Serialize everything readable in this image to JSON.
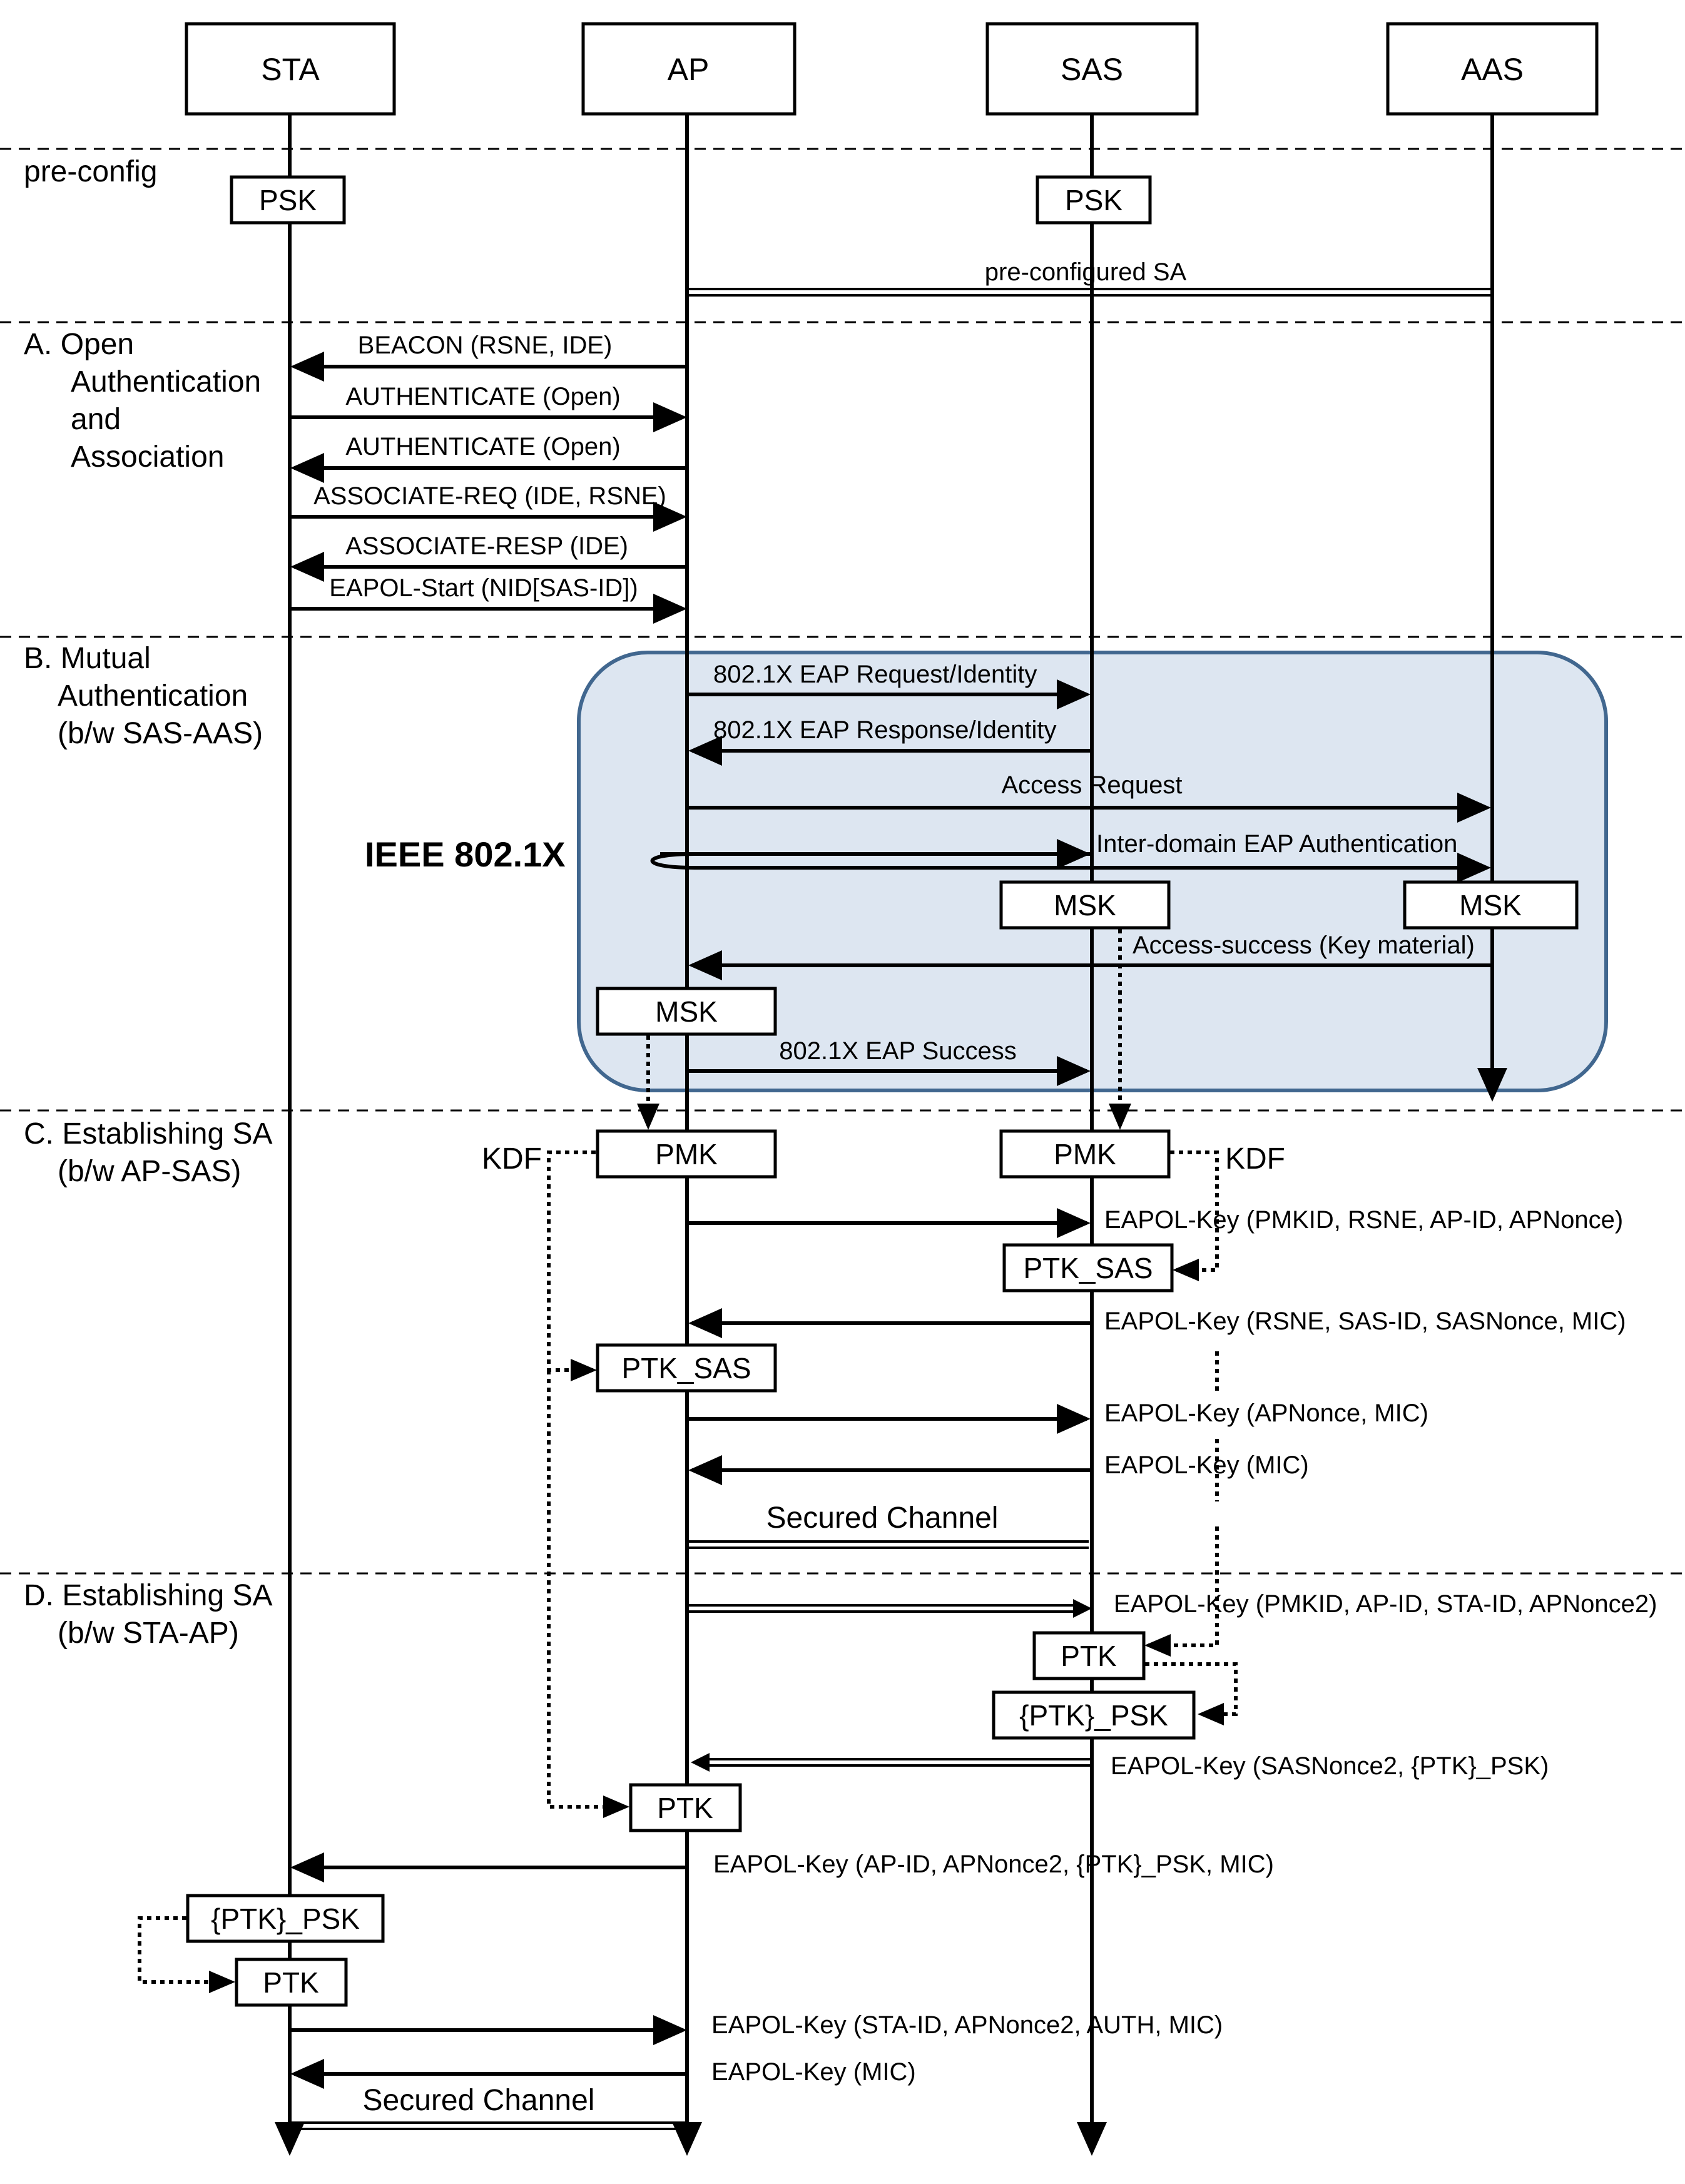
{
  "entities": [
    "STA",
    "AP",
    "SAS",
    "AAS"
  ],
  "sections": {
    "preconfig": [
      "pre-config"
    ],
    "a": [
      "A.  Open",
      "Authentication",
      "and",
      "Association"
    ],
    "b": [
      "B. Mutual",
      "Authentication",
      "(b/w SAS-AAS)"
    ],
    "c": [
      "C. Establishing SA",
      "(b/w AP-SAS)"
    ],
    "d": [
      "D. Establishing SA",
      "(b/w STA-AP)"
    ]
  },
  "ieee_label": "IEEE 802.1X",
  "boxes": {
    "psk": "PSK",
    "msk": "MSK",
    "pmk": "PMK",
    "ptk_sas": "PTK_SAS",
    "ptk": "PTK",
    "ptk_psk": "{PTK}_PSK"
  },
  "kdf": "KDF",
  "messages": {
    "preconfigured_sa": "pre-configured SA",
    "beacon": "BEACON (RSNE, IDE)",
    "auth_open": "AUTHENTICATE (Open)",
    "assoc_req": "ASSOCIATE-REQ (IDE, RSNE)",
    "assoc_resp": "ASSOCIATE-RESP (IDE)",
    "eapol_start": "EAPOL-Start (NID[SAS-ID])",
    "eap_req_id": "802.1X EAP Request/Identity",
    "eap_resp_id": "802.1X EAP Response/Identity",
    "access_request": "Access Request",
    "inter_domain": "Inter-domain EAP Authentication",
    "access_success": "Access-success (Key material)",
    "eap_success": "802.1X EAP Success",
    "key1": "EAPOL-Key (PMKID, RSNE, AP-ID, APNonce)",
    "key2": "EAPOL-Key (RSNE, SAS-ID, SASNonce, MIC)",
    "key3": "EAPOL-Key (APNonce, MIC)",
    "key_mic": "EAPOL-Key (MIC)",
    "secured_channel": "Secured Channel",
    "key5": "EAPOL-Key (PMKID, AP-ID, STA-ID, APNonce2)",
    "key6": "EAPOL-Key (SASNonce2, {PTK}_PSK)",
    "key7": "EAPOL-Key (AP-ID, APNonce2, {PTK}_PSK, MIC)",
    "key8": "EAPOL-Key (STA-ID, APNonce2, AUTH, MIC)"
  }
}
